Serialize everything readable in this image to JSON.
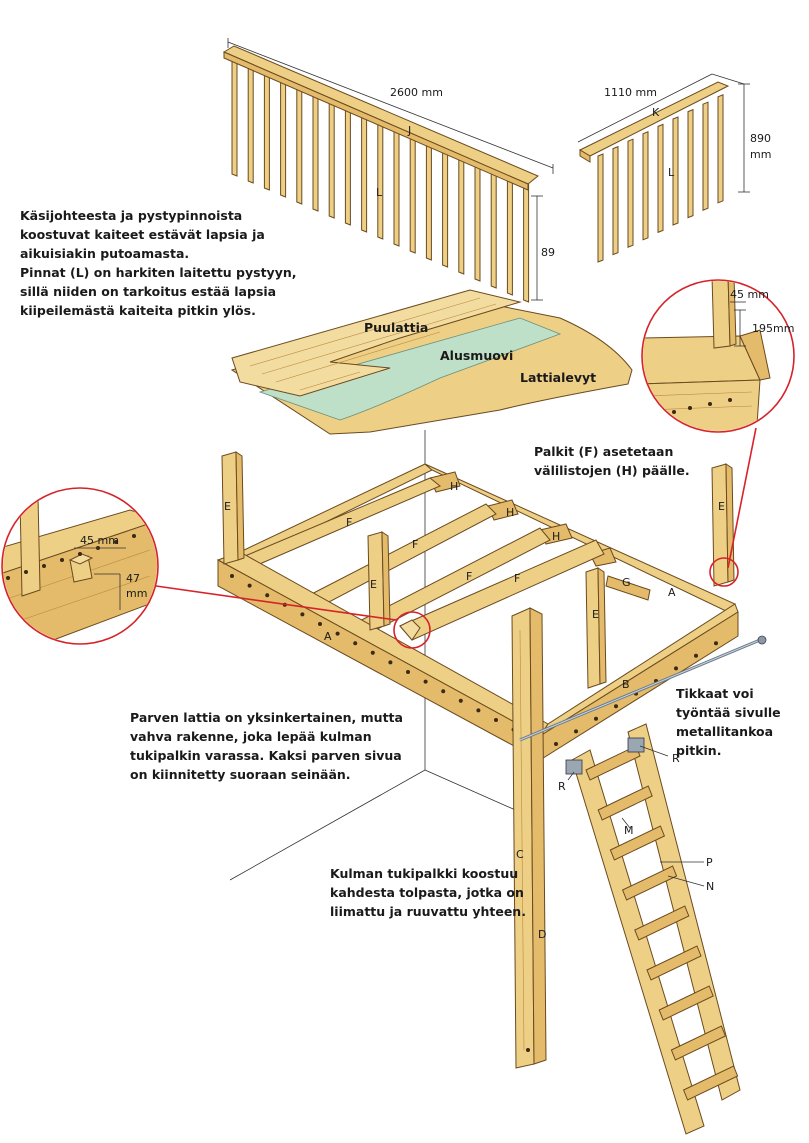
{
  "captions": {
    "railing": [
      "Käsijohteesta ja pystypinnoista",
      "koostuvat kaiteet estävät lapsia ja",
      "aikuisiakin putoamasta.",
      "Pinnat (L) on harkiten  laitettu pystyyn,",
      "sillä niiden on tarkoitus estää lapsia",
      "kiipeilemästä kaiteita pitkin ylös."
    ],
    "joists": [
      "Palkit (F) asetetaan",
      "välilistojen (H) päälle."
    ],
    "floor": [
      "Parven lattia on yksinkertainen, mutta",
      "vahva rakenne, joka lepää kulman",
      "tukipalkin varassa. Kaksi parven sivua",
      "on kiinnitetty suoraan seinään."
    ],
    "ladder": [
      "Tikkaat voi",
      "työntää sivulle",
      "metallitankoa",
      "pitkin."
    ],
    "post": [
      "Kulman tukipalkki koostuu",
      "kahdesta tolpasta, jotka on",
      "liimattu ja ruuvattu yhteen."
    ]
  },
  "floor_layers": {
    "top": "Puulattia",
    "middle": "Alusmuovi",
    "bottom": "Lattialevyt"
  },
  "dimensions": {
    "long_rail": "2600 mm",
    "short_rail": "1110 mm",
    "rail_height_value": "890",
    "rail_height_unit": "mm",
    "long_rail_height": "89",
    "detail_right_width": "45 mm",
    "detail_right_height": "195mm",
    "detail_left_width": "45 mm",
    "detail_left_height_value": "47",
    "detail_left_height_unit": "mm"
  },
  "part_labels": {
    "handrail_long": "J",
    "handrail_short": "K",
    "balusters": "L",
    "post": "E",
    "joist": "F",
    "spacer": "H",
    "beam_front": "A",
    "beam_side": "B",
    "block": "G",
    "support_post": "C",
    "support_post_lower": "D",
    "ladder_rail": "R",
    "ladder_side": "M",
    "ladder_step": "P",
    "ladder_step_edge": "N"
  },
  "colors": {
    "wood_light": "#eecf86",
    "wood_mid": "#e3bb6a",
    "wood_outline": "#6b4a1e",
    "underlay": "#bfe0c8",
    "detail_circle": "#d6232a"
  }
}
